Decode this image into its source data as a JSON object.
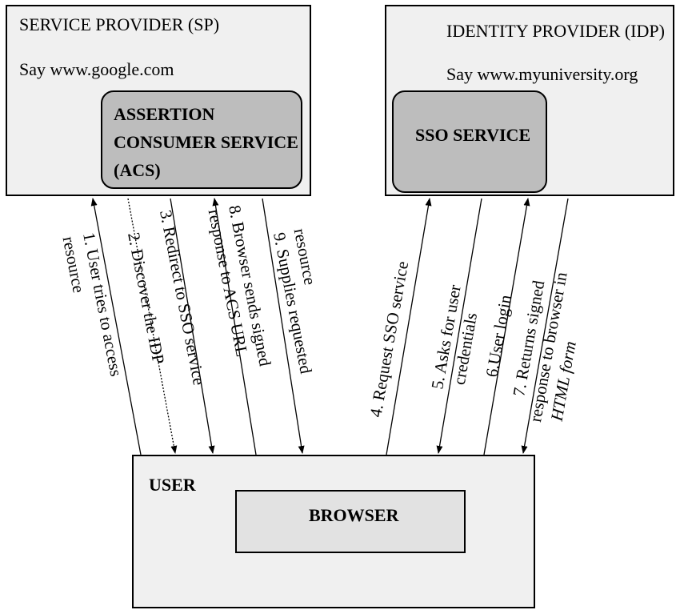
{
  "sp": {
    "title": "SERVICE PROVIDER (SP)",
    "example": "Say www.google.com",
    "acs_line1": "ASSERTION",
    "acs_line2": "CONSUMER SERVICE",
    "acs_line3": "(ACS)"
  },
  "idp": {
    "title": "IDENTITY PROVIDER (IDP)",
    "example": "Say www.myuniversity.org",
    "sso": "SSO SERVICE"
  },
  "user": {
    "title": "USER",
    "browser": "BROWSER"
  },
  "steps": [
    {
      "line1": "1. User tries to access",
      "line2": "resource"
    },
    {
      "line1": "2. Discover the IDP",
      "line2": ""
    },
    {
      "line1": "3. Redirect to SSO service",
      "line2": ""
    },
    {
      "line1": "8. Browser sends signed",
      "line2": "response to ACS URL"
    },
    {
      "line1": "9. Supplies requested",
      "line2": "resource"
    },
    {
      "line1": "4. Request SSO service",
      "line2": ""
    },
    {
      "line1": "5. Asks for user",
      "line2": "credentials"
    },
    {
      "line1": "6.User login",
      "line2": ""
    },
    {
      "line1": "7. Returns signed",
      "line2": "response to browser in"
    },
    {
      "line1": "HTML form",
      "line2": ""
    }
  ]
}
